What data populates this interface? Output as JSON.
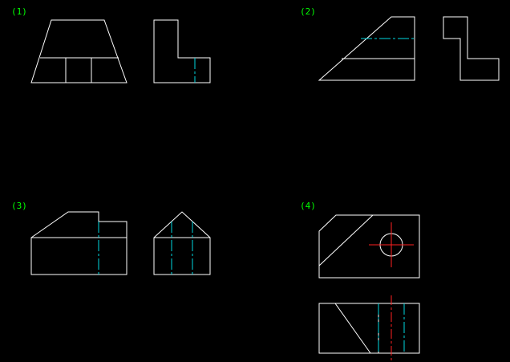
{
  "figures": [
    {
      "id": "1",
      "label": "(1)"
    },
    {
      "id": "2",
      "label": "(2)"
    },
    {
      "id": "3",
      "label": "(3)"
    },
    {
      "id": "4",
      "label": "(4)"
    }
  ],
  "colors": {
    "background": "#000000",
    "outline": "#ffffff",
    "hidden_line": "#00d7e0",
    "center_line": "#ff2020",
    "label": "#00ff00"
  }
}
